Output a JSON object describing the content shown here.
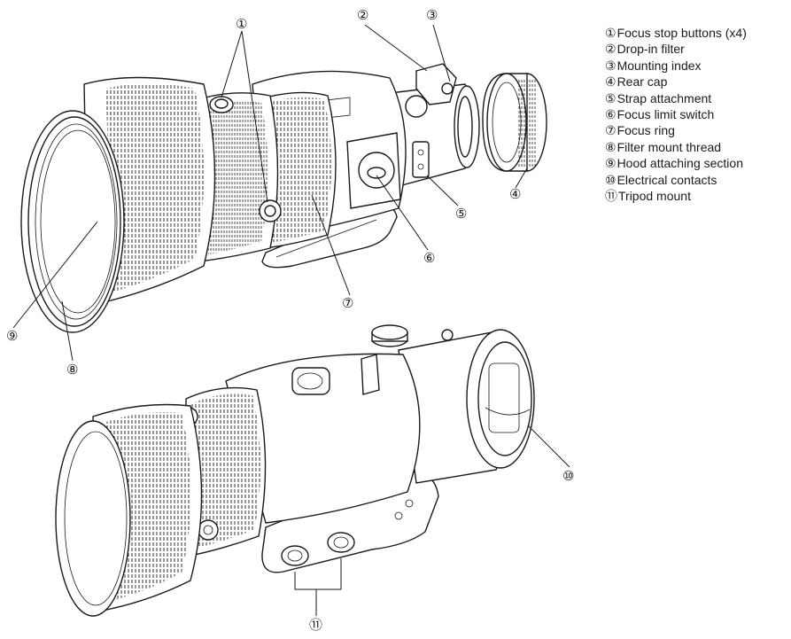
{
  "callouts": {
    "c1": "①",
    "c2": "②",
    "c3": "③",
    "c4": "④",
    "c5": "⑤",
    "c6": "⑥",
    "c7": "⑦",
    "c8": "⑧",
    "c9": "⑨",
    "c10": "⑩",
    "c11": "⑪"
  },
  "legend": [
    {
      "num": "①",
      "label": "Focus stop buttons (x4)"
    },
    {
      "num": "②",
      "label": "Drop-in filter"
    },
    {
      "num": "③",
      "label": "Mounting index"
    },
    {
      "num": "④",
      "label": "Rear cap"
    },
    {
      "num": "⑤",
      "label": "Strap attachment"
    },
    {
      "num": "⑥",
      "label": "Focus limit switch"
    },
    {
      "num": "⑦",
      "label": "Focus ring"
    },
    {
      "num": "⑧",
      "label": "Filter mount thread"
    },
    {
      "num": "⑨",
      "label": "Hood attaching section"
    },
    {
      "num": "⑩",
      "label": "Electrical contacts"
    },
    {
      "num": "⑪",
      "label": "Tripod mount"
    }
  ]
}
